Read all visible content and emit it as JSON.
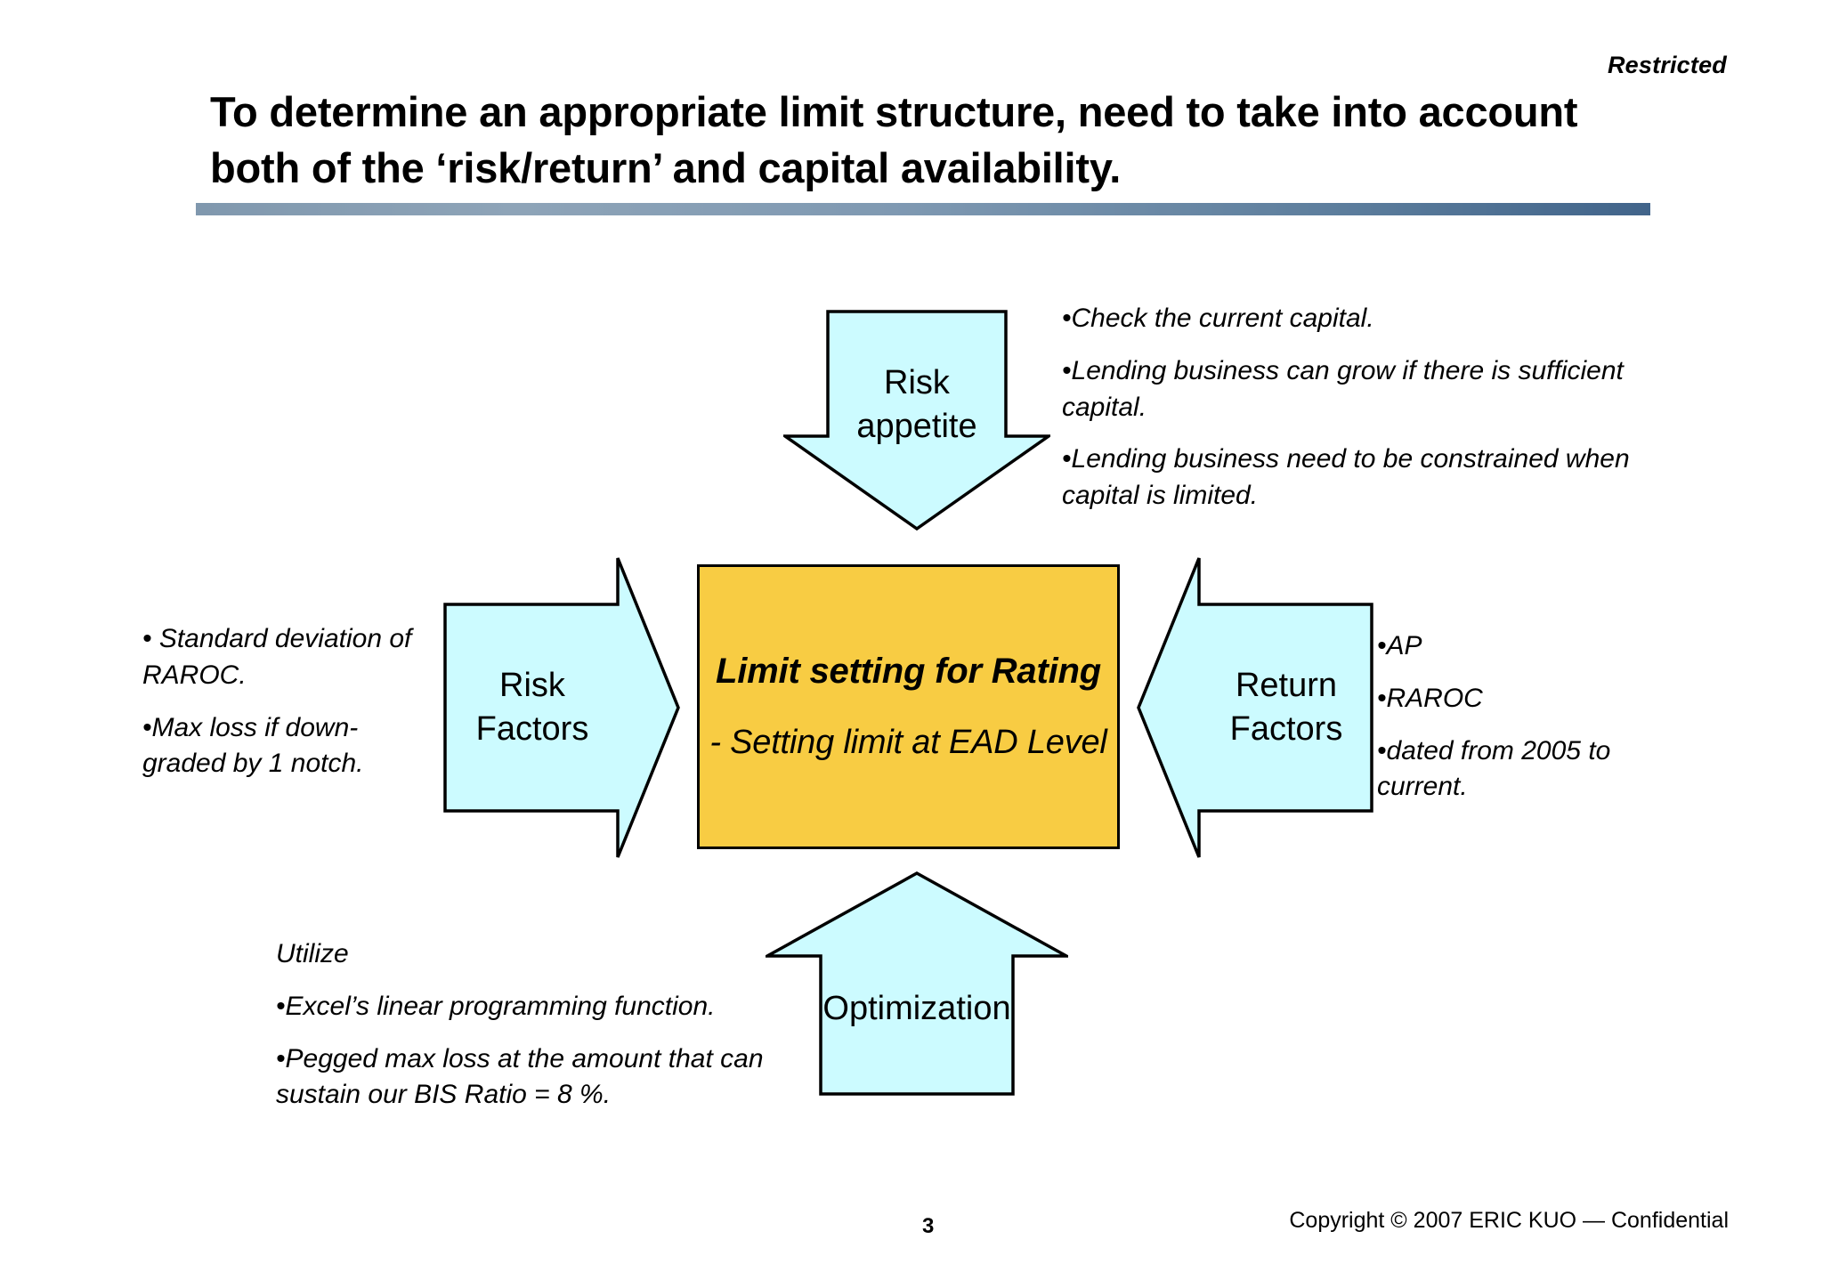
{
  "header": {
    "classification": "Restricted",
    "title": "To determine an appropriate limit structure, need to take into account both of the ‘risk/return’ and capital availability."
  },
  "colors": {
    "arrow_fill": "#CCFBFF",
    "arrow_stroke": "#000000",
    "center_fill": "#F8CC43",
    "rule_gradient_start": "#8098AE",
    "rule_gradient_end": "#41648A"
  },
  "diagram": {
    "center": {
      "line1": "Limit setting for Rating",
      "line2": "- Setting limit at EAD Level"
    },
    "arrows": {
      "top": {
        "label_line1": "Risk",
        "label_line2": "appetite",
        "direction": "down"
      },
      "left": {
        "label_line1": "Risk",
        "label_line2": "Factors",
        "direction": "right"
      },
      "right": {
        "label_line1": "Return",
        "label_line2": "Factors",
        "direction": "left"
      },
      "bottom": {
        "label_line1": "Optimization",
        "label_line2": "",
        "direction": "up"
      }
    }
  },
  "notes": {
    "top_right": [
      "•Check the current capital.",
      "•Lending business can grow if there is sufficient capital.",
      "•Lending business need to be constrained when capital is limited."
    ],
    "left": [
      "• Standard deviation of RAROC.",
      "•Max loss if down-graded by 1 notch."
    ],
    "right": [
      "•AP",
      "•RAROC",
      "•dated from 2005 to current."
    ],
    "bottom": [
      "Utilize",
      "•Excel’s linear programming function.",
      "•Pegged max loss at the amount that can sustain our BIS Ratio = 8 %."
    ]
  },
  "footer": {
    "page_number": "3",
    "copyright": "Copyright © 2007 ERIC KUO — Confidential"
  }
}
